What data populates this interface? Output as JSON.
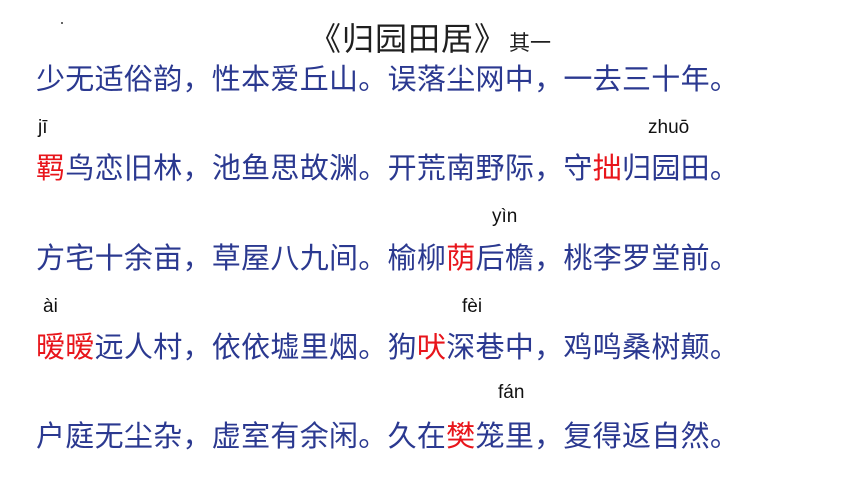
{
  "title": {
    "main": "《归园田居》",
    "sub": "其一"
  },
  "colors": {
    "text": "#2b3990",
    "highlight": "#e8151b",
    "pinyin": "#111111"
  },
  "pinyin": {
    "ji": "jī",
    "zhuo": "zhuō",
    "yin": "yìn",
    "ai": "ài",
    "fei": "fèi",
    "fan": "fán"
  },
  "lines": [
    {
      "segments": [
        {
          "text": "少无适俗韵，性本爱丘山。误落尘网中，一去三十年。",
          "hl": false
        }
      ]
    },
    {
      "segments": [
        {
          "text": "羁",
          "hl": true
        },
        {
          "text": "鸟恋旧林，池鱼思故渊。开荒南野际，守",
          "hl": false
        },
        {
          "text": "拙",
          "hl": true
        },
        {
          "text": "归园田。",
          "hl": false
        }
      ]
    },
    {
      "segments": [
        {
          "text": "方宅十余亩，草屋八九间。榆柳",
          "hl": false
        },
        {
          "text": "荫",
          "hl": true
        },
        {
          "text": "后檐，桃李罗堂前。",
          "hl": false
        }
      ]
    },
    {
      "segments": [
        {
          "text": "暧暧",
          "hl": true
        },
        {
          "text": "远人村，依依墟里烟。狗",
          "hl": false
        },
        {
          "text": "吠",
          "hl": true
        },
        {
          "text": "深巷中，鸡鸣桑树颠。",
          "hl": false
        }
      ]
    },
    {
      "segments": [
        {
          "text": "户庭无尘杂，虚室有余闲。久在",
          "hl": false
        },
        {
          "text": "樊",
          "hl": true
        },
        {
          "text": "笼里，复得返自然。",
          "hl": false
        }
      ]
    }
  ]
}
